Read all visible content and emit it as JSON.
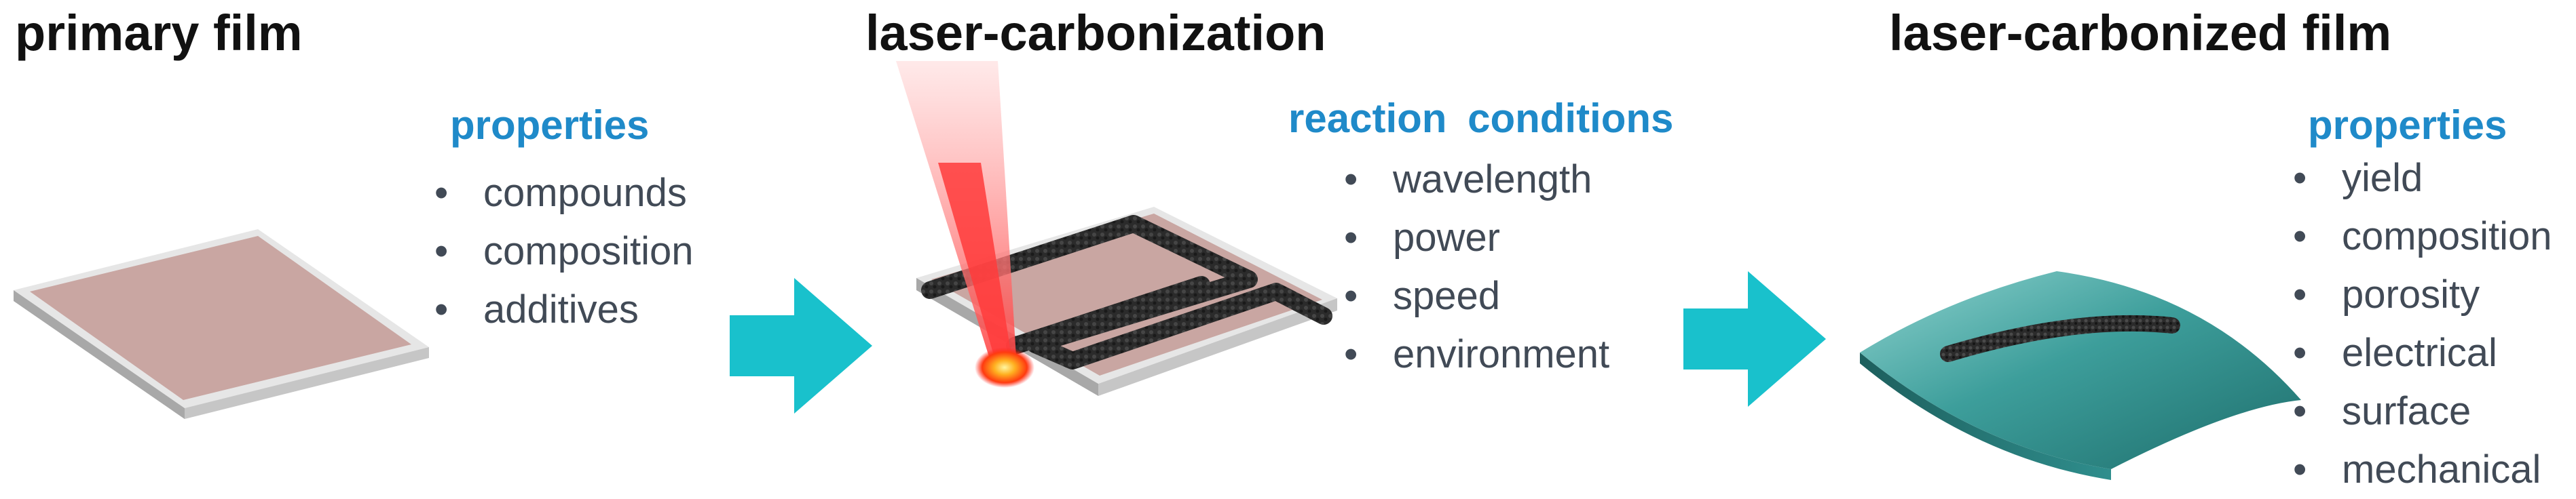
{
  "stages": [
    {
      "title": "primary film"
    },
    {
      "title": "laser-carbonization"
    },
    {
      "title": "laser-carbonized film"
    }
  ],
  "film_properties": {
    "heading": "properties",
    "items": [
      "compounds",
      "composition",
      "additives"
    ]
  },
  "reaction_conditions": {
    "heading": "reaction conditions",
    "items": [
      "wavelength",
      "power",
      "speed",
      "environment"
    ]
  },
  "carbonized_properties": {
    "heading": "properties",
    "items": [
      "yield",
      "composition",
      "porosity",
      "electrical",
      "surface",
      "mechanical"
    ]
  },
  "colors": {
    "arrow": "#19c1cc",
    "heading": "#1f8ac9",
    "text": "#414a56",
    "film": "#c9a6a2",
    "substrate": "#e4e4e4",
    "laser": "#ff2a2a",
    "carbon": "#2b2b2b",
    "flexible_film": "#2f8e8d"
  },
  "bullet": "•"
}
